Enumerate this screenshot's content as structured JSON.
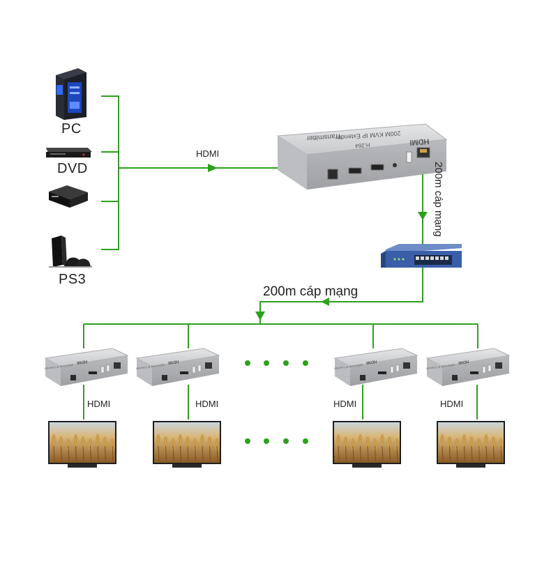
{
  "sources": [
    {
      "label": "PC",
      "icon": "pc-tower-icon"
    },
    {
      "label": "DVD",
      "icon": "dvd-player-icon"
    },
    {
      "label": "",
      "icon": "set-top-box-icon"
    },
    {
      "label": "PS3",
      "icon": "game-console-icon"
    }
  ],
  "labels": {
    "hdmi_input": "HDMI",
    "uplink_cable": "200m cáp mạng",
    "distribution_cable": "200m cáp mạng",
    "receiver_hdmi": [
      "HDMI",
      "HDMI",
      "HDMI",
      "HDMI"
    ]
  },
  "transmitter": {
    "brand": "HDMI",
    "model": "200M KVM IP Extender",
    "codec": "H.264",
    "role": "Transmitter"
  },
  "receiver": {
    "brand": "HDMI",
    "model": "200M KVM IP Extender",
    "codec": "H.264"
  },
  "colors": {
    "line": "#2ca01c",
    "device_body": "#cfd0d2",
    "switch_body": "#3a5fa8"
  }
}
